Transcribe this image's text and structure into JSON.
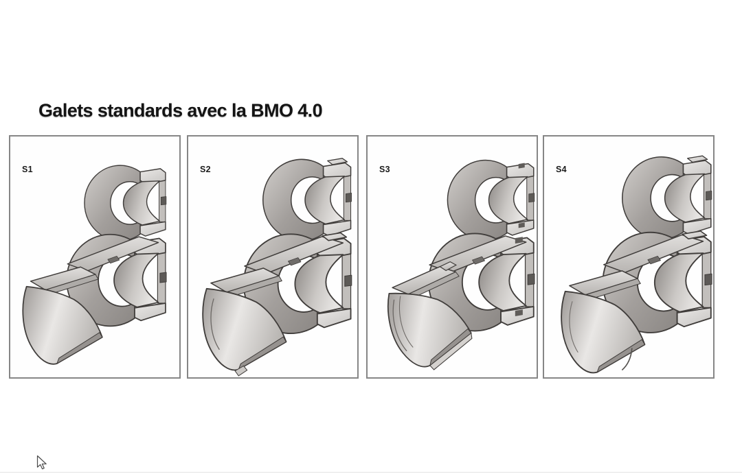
{
  "title": "Galets standards avec la BMO 4.0",
  "panels": [
    {
      "label": "S1",
      "illustration": "cutaway-grooved-rollers-with-half-shell"
    },
    {
      "label": "S2",
      "illustration": "cutaway-grooved-rollers-with-ridged-half-shell"
    },
    {
      "label": "S3",
      "illustration": "cutaway-notched-rollers-with-channel-shell"
    },
    {
      "label": "S4",
      "illustration": "cutaway-stepped-rollers-with-slit-half-shell"
    }
  ],
  "cursor_icon": "arrow-pointer",
  "colors": {
    "background": "#ffffff",
    "title_text": "#141414",
    "panel_border": "#868686",
    "panel_background": "#fefefe",
    "label_text": "#1b1b1b",
    "drawing_outline": "#403d3b",
    "metal_light": "#eae8e6",
    "metal_mid": "#b3b0ad",
    "metal_dark": "#8b8784"
  }
}
